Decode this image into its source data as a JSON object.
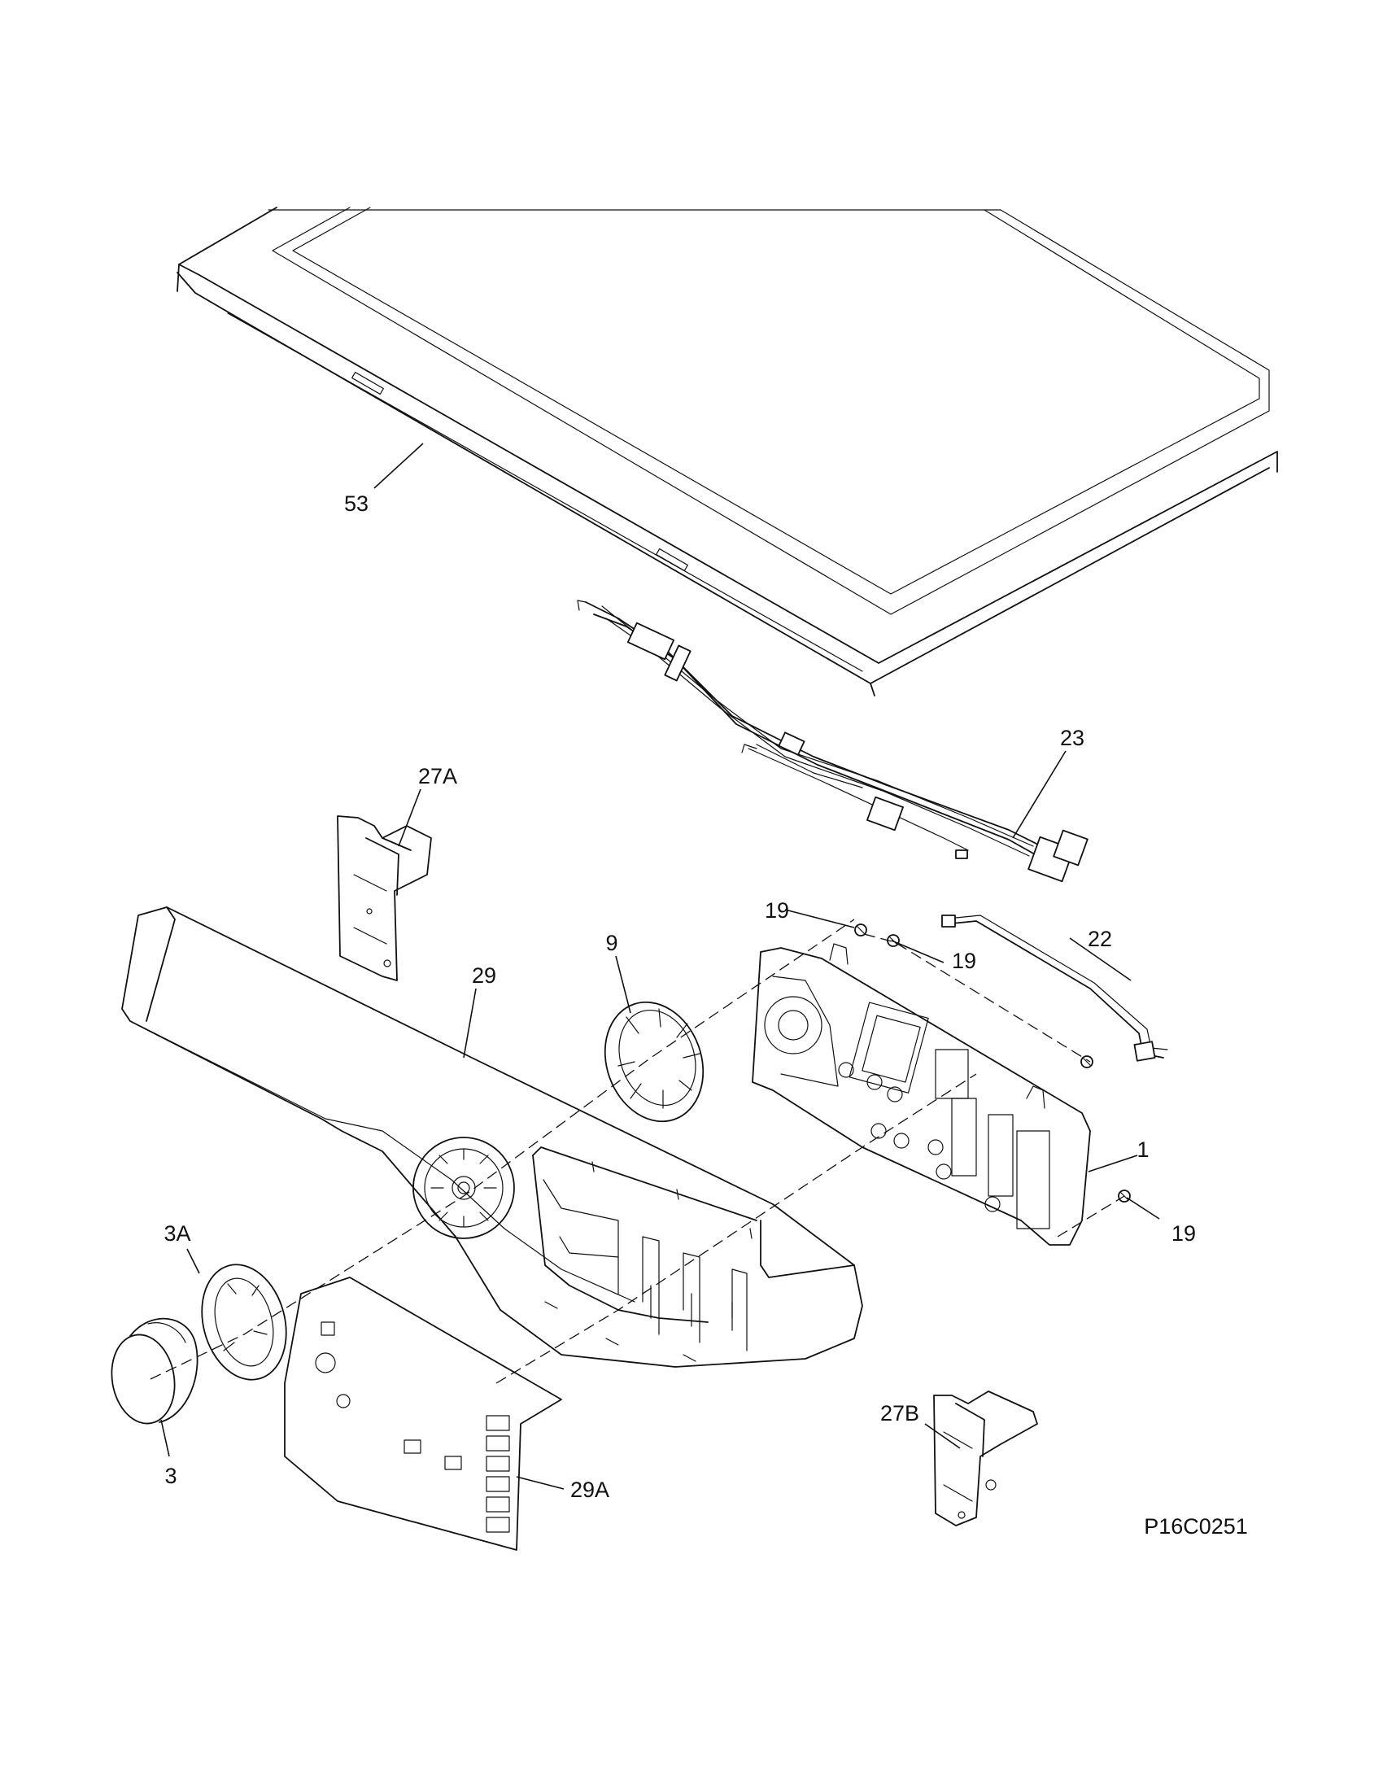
{
  "diagram_id": "P16C0251",
  "callouts": [
    {
      "id": "c53",
      "label": "53"
    },
    {
      "id": "c23",
      "label": "23"
    },
    {
      "id": "c27A",
      "label": "27A"
    },
    {
      "id": "c19a",
      "label": "19"
    },
    {
      "id": "c22",
      "label": "22"
    },
    {
      "id": "c29",
      "label": "29"
    },
    {
      "id": "c9",
      "label": "9"
    },
    {
      "id": "c19b",
      "label": "19"
    },
    {
      "id": "c1",
      "label": "1"
    },
    {
      "id": "c3A",
      "label": "3A"
    },
    {
      "id": "c19c",
      "label": "19"
    },
    {
      "id": "c27B",
      "label": "27B"
    },
    {
      "id": "c3",
      "label": "3"
    },
    {
      "id": "c29A",
      "label": "29A"
    }
  ]
}
